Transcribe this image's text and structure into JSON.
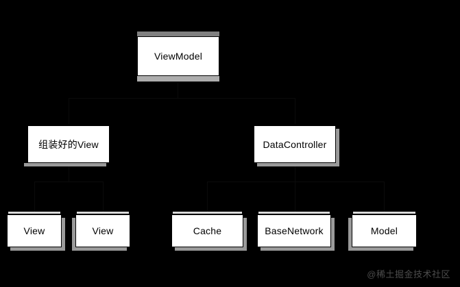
{
  "diagram": {
    "title": "ViewModel architecture diagram",
    "background_color": "#000000",
    "node_fill_color": "#ffffff",
    "node_border_color": "#000000",
    "shadow_color": "#9a9a9a",
    "text_color": "#000000",
    "levels": [
      {
        "name": "top",
        "nodes": [
          {
            "id": "viewmodel",
            "label": "ViewModel"
          }
        ]
      },
      {
        "name": "middle",
        "nodes": [
          {
            "id": "assembled-view",
            "label": "组装好的View"
          },
          {
            "id": "datacontroller",
            "label": "DataController"
          }
        ]
      },
      {
        "name": "bottom",
        "nodes": [
          {
            "id": "view-1",
            "label": "View"
          },
          {
            "id": "view-2",
            "label": "View"
          },
          {
            "id": "cache",
            "label": "Cache"
          },
          {
            "id": "basenetwork",
            "label": "BaseNetwork"
          },
          {
            "id": "model",
            "label": "Model"
          }
        ]
      }
    ],
    "edges": [
      {
        "from": "viewmodel",
        "to": "assembled-view"
      },
      {
        "from": "viewmodel",
        "to": "datacontroller"
      },
      {
        "from": "assembled-view",
        "to": "view-1"
      },
      {
        "from": "assembled-view",
        "to": "view-2"
      },
      {
        "from": "datacontroller",
        "to": "cache"
      },
      {
        "from": "datacontroller",
        "to": "basenetwork"
      },
      {
        "from": "datacontroller",
        "to": "model"
      }
    ]
  },
  "watermark": {
    "text": "@稀土掘金技术社区"
  }
}
